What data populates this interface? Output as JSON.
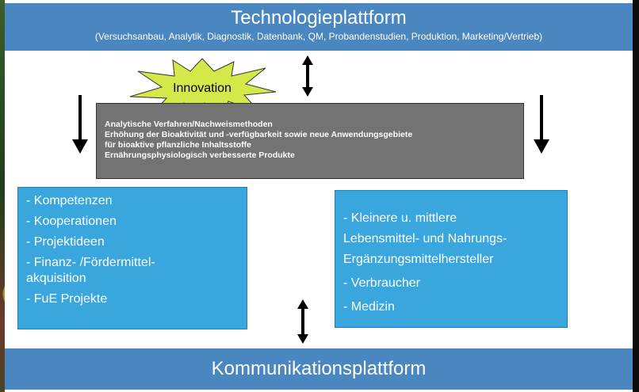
{
  "header": {
    "title": "Technologieplattform",
    "subtitle": "(Versuchsanbau, Analytik, Diagnostik, Datenbank, QM, Probandenstudien, Produktion, Marketing/Vertrieb)"
  },
  "innovation": {
    "label": "Innovation",
    "color": "#d4e84a"
  },
  "gray_box": {
    "lines": [
      "Analytische Verfahren/Nachweismethoden",
      "Erhöhung der Bioaktivität und -verfügbarkeit sowie neue Anwendungsgebiete",
      "für bioaktive pflanzliche Inhaltsstoffe",
      "Ernährungsphysiologisch verbesserte Produkte"
    ]
  },
  "left_box": {
    "items": [
      "- Kompetenzen",
      "- Kooperationen",
      "- Projektideen",
      "- Finanz- /Fördermittel-",
      "akquisition",
      "- FuE Projekte"
    ]
  },
  "right_box": {
    "items": [
      "- Kleinere u. mittlere",
      "Lebensmittel- und Nahrungs-",
      "Ergänzungsmittelhersteller",
      "- Verbraucher",
      "- Medizin"
    ]
  },
  "footer": {
    "title": "Kommunikationsplattform"
  },
  "colors": {
    "bar_blue": "#4a86c0",
    "box_blue": "#39a6dd",
    "gray": "#737373"
  }
}
